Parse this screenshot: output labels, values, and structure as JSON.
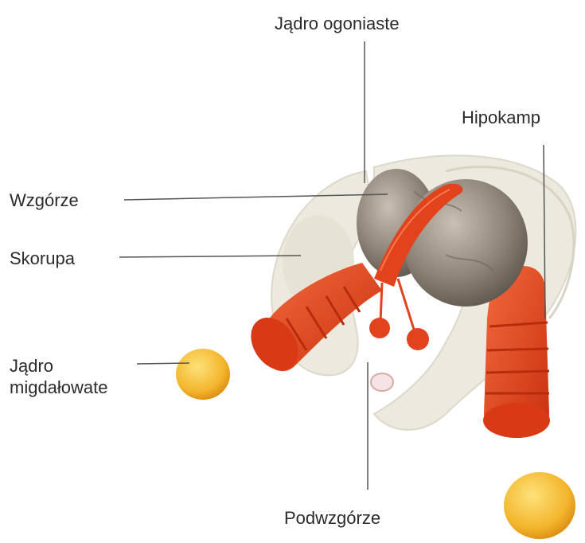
{
  "labels": {
    "caudate": "Jądro ogoniaste",
    "hippocampus": "Hipokamp",
    "thalamus": "Wzgórze",
    "putamen": "Skorupa",
    "amygdala": "Jądro\nmigdałowate",
    "hypothalamus": "Podwzgórze"
  },
  "colors": {
    "caudate_shell": "#e9e6da",
    "thalamus": "#8f8478",
    "fornix_hippocampus": "#e2421c",
    "amygdala": "#f3b52c",
    "leader_line": "#555555",
    "text": "#2b2b2b"
  }
}
